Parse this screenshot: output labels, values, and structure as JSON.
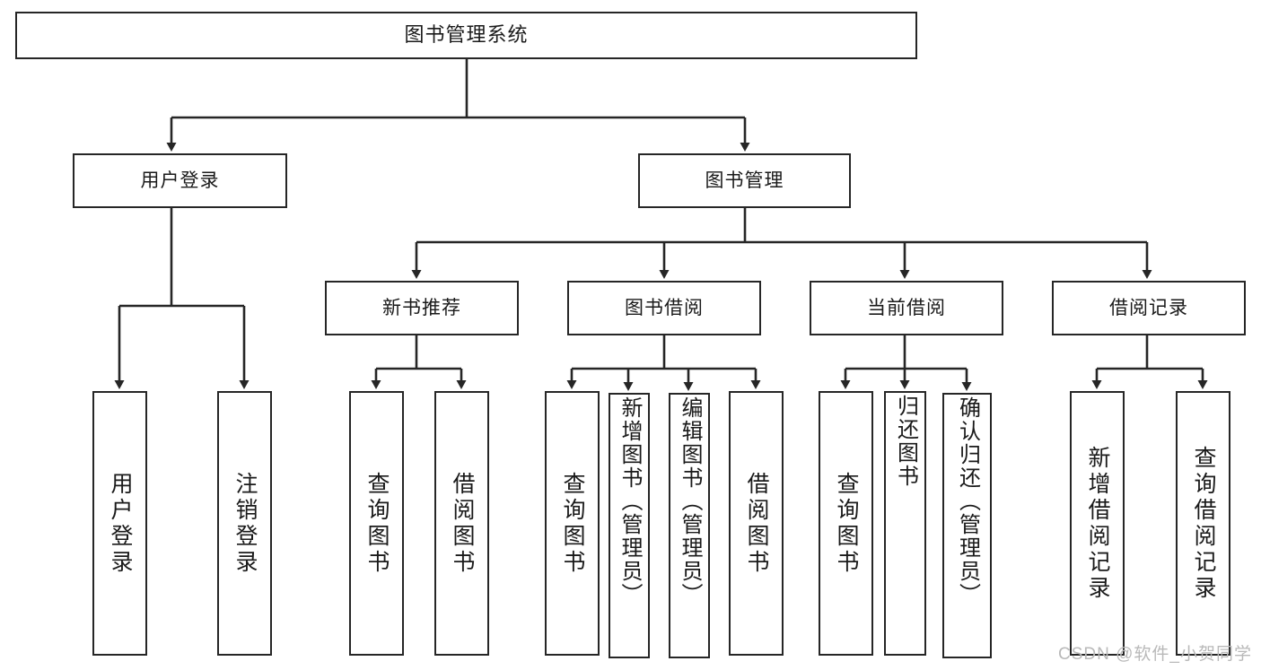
{
  "diagram": {
    "title": "图书管理系统",
    "type": "tree-hierarchy",
    "root": {
      "id": "root",
      "label": "图书管理系统"
    },
    "level2": [
      {
        "id": "user-login",
        "label": "用户登录"
      },
      {
        "id": "book-manage",
        "label": "图书管理"
      }
    ],
    "level3": [
      {
        "id": "new-book-recommend",
        "label": "新书推荐",
        "parent": "book-manage"
      },
      {
        "id": "book-borrow",
        "label": "图书借阅",
        "parent": "book-manage"
      },
      {
        "id": "current-borrow",
        "label": "当前借阅",
        "parent": "book-manage"
      },
      {
        "id": "borrow-record",
        "label": "借阅记录",
        "parent": "book-manage"
      }
    ],
    "leaves": {
      "user-login": [
        {
          "id": "leaf-user-login",
          "label": "用户登录"
        },
        {
          "id": "leaf-logout-login",
          "label": "注销登录"
        }
      ],
      "new-book-recommend": [
        {
          "id": "leaf-query-book-1",
          "label": "查询图书"
        },
        {
          "id": "leaf-borrow-book-1",
          "label": "借阅图书"
        }
      ],
      "book-borrow": [
        {
          "id": "leaf-query-book-2",
          "label": "查询图书"
        },
        {
          "id": "leaf-add-book",
          "label": "新增图书（管理员）"
        },
        {
          "id": "leaf-edit-book",
          "label": "编辑图书（管理员）"
        },
        {
          "id": "leaf-borrow-book-2",
          "label": "借阅图书"
        }
      ],
      "current-borrow": [
        {
          "id": "leaf-query-book-3",
          "label": "查询图书"
        },
        {
          "id": "leaf-return-book",
          "label": "归还图书"
        },
        {
          "id": "leaf-confirm-return",
          "label": "确认归还（管理员）"
        }
      ],
      "borrow-record": [
        {
          "id": "leaf-add-record",
          "label": "新增借阅记录"
        },
        {
          "id": "leaf-query-record",
          "label": "查询借阅记录"
        }
      ]
    }
  },
  "watermark": {
    "text": "CSDN @软件_小贺同学"
  },
  "colors": {
    "stroke": "#262626",
    "fill": "#ffffff",
    "text": "#1a1a1a",
    "watermark": "#b9b9b9"
  }
}
